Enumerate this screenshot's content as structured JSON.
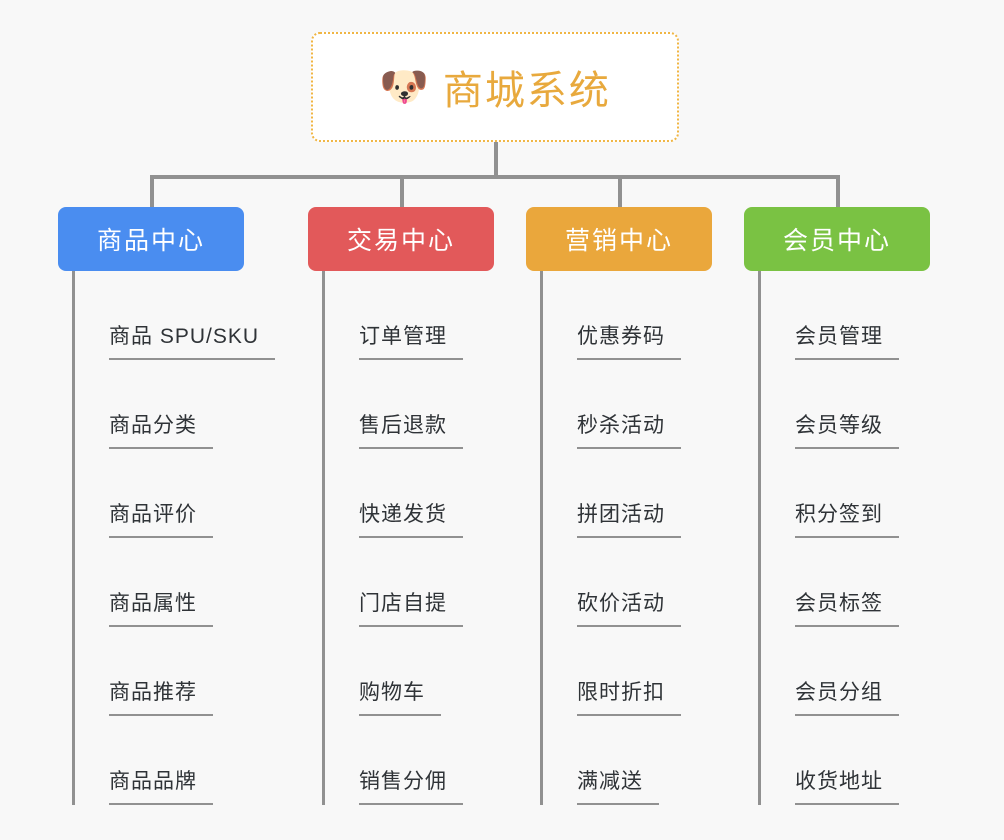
{
  "page": {
    "background_color": "#f8f8f8",
    "line_color": "#919191",
    "leaf_text_color": "#2f3337"
  },
  "root": {
    "icon": "shiba-dog-face-emoji",
    "icon_glyph": "🐶",
    "title": "商城系统",
    "title_color": "#e8a93d",
    "border_color": "#f0b644",
    "background_color": "#ffffff"
  },
  "columns": [
    {
      "id": "product-center",
      "label": "商品中心",
      "color": "#4a8df0",
      "color_class": "blue",
      "items": [
        "商品 SPU/SKU",
        "商品分类",
        "商品评价",
        "商品属性",
        "商品推荐",
        "商品品牌"
      ]
    },
    {
      "id": "trade-center",
      "label": "交易中心",
      "color": "#e2595a",
      "color_class": "red",
      "items": [
        "订单管理",
        "售后退款",
        "快递发货",
        "门店自提",
        "购物车",
        "销售分佣"
      ]
    },
    {
      "id": "marketing-center",
      "label": "营销中心",
      "color": "#eaa73c",
      "color_class": "orange",
      "items": [
        "优惠券码",
        "秒杀活动",
        "拼团活动",
        "砍价活动",
        "限时折扣",
        "满减送"
      ]
    },
    {
      "id": "member-center",
      "label": "会员中心",
      "color": "#7ac243",
      "color_class": "green",
      "items": [
        "会员管理",
        "会员等级",
        "积分签到",
        "会员标签",
        "会员分组",
        "收货地址"
      ]
    }
  ]
}
